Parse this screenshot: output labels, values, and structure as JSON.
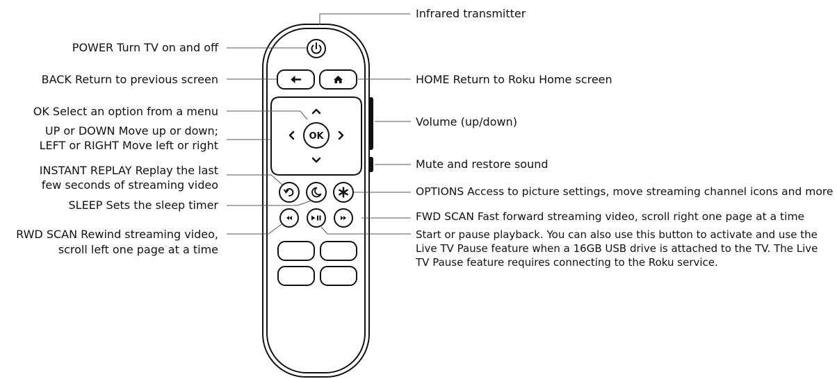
{
  "labels": {
    "infrared": "Infrared transmitter",
    "power": "POWER Turn TV on and off",
    "back": "BACK Return to previous screen",
    "home": "HOME Return to Roku Home screen",
    "ok": "OK Select an option from a menu",
    "updown_line1": "UP or DOWN Move up or down;",
    "updown_line2": "LEFT or RIGHT Move left or right",
    "volume": "Volume (up/down)",
    "mute": "Mute and restore sound",
    "replay_line1": "INSTANT REPLAY Replay the last",
    "replay_line2": "few seconds of streaming video",
    "options": "OPTIONS Access to picture settings, move streaming channel icons and more",
    "sleep": "SLEEP Sets the sleep timer",
    "fwd": "FWD SCAN Fast forward streaming video, scroll right one page at a time",
    "rwd_line1": "RWD SCAN Rewind streaming video,",
    "rwd_line2": "scroll left one page at a time",
    "play_line1": "Start or pause playback. You can also use this button to activate and use the",
    "play_line2": "Live TV Pause feature when a 16GB USB drive is attached to the TV. The Live",
    "play_line3": "TV Pause feature requires connecting to the Roku service."
  },
  "buttons": {
    "ok": "OK"
  },
  "icons": {
    "power": "power-icon",
    "back": "arrow-left-icon",
    "home": "home-icon",
    "up": "chevron-up-icon",
    "down": "chevron-down-icon",
    "left": "chevron-left-icon",
    "right": "chevron-right-icon",
    "replay": "replay-icon",
    "sleep": "moon-icon",
    "options": "asterisk-icon",
    "rewind": "rewind-icon",
    "playpause": "play-pause-icon",
    "forward": "fast-forward-icon"
  },
  "colors": {
    "stroke": "#111111",
    "leader": "#555555"
  }
}
